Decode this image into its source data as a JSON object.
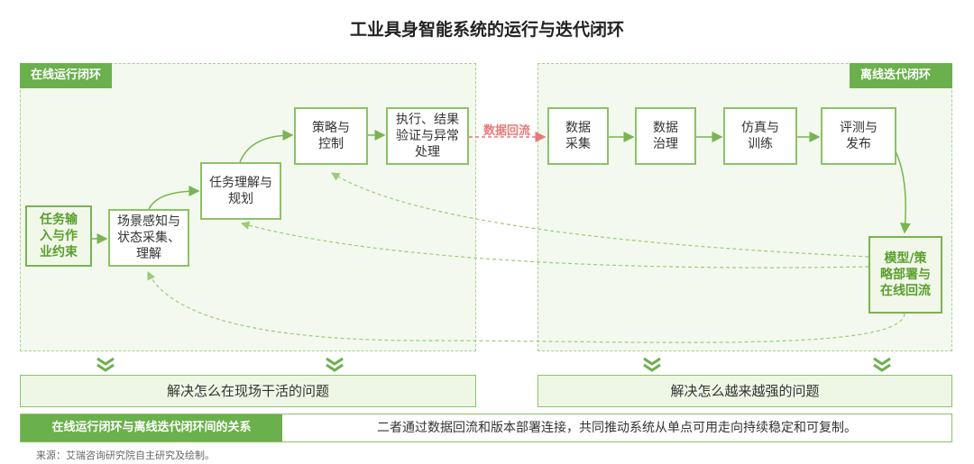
{
  "title": "工业具身智能系统的运行与迭代闭环",
  "online": {
    "tag": "在线运行闭环",
    "nodes": {
      "task_input": "任务输入与作业约束",
      "perception": "场景感知与状态采集、理解",
      "planning": "任务理解与规划",
      "control": "策略与控制",
      "execution": "执行、结果验证与异常处理"
    },
    "summary": "解决怎么在现场干活的问题"
  },
  "data_flow_label": "数据回流",
  "offline": {
    "tag": "离线迭代闭环",
    "nodes": {
      "collect": "数据采集",
      "governance": "数据治理",
      "simulation": "仿真与训练",
      "evaluation": "评测与发布",
      "deploy": "模型/策略部署与在线回流"
    },
    "summary": "解决怎么越来越强的问题"
  },
  "relation": {
    "label": "在线运行闭环与离线迭代闭环间的关系",
    "text": "二者通过数据回流和版本部署连接，共同推动系统从单点可用走向持续稳定和可复制。"
  },
  "source": "来源：艾瑞咨询研究院自主研究及绘制。",
  "colors": {
    "accent": "#6ab04c",
    "border": "#8bc267",
    "data_flow": "#e87a7a",
    "panel_bg": "#f3f9ee"
  }
}
